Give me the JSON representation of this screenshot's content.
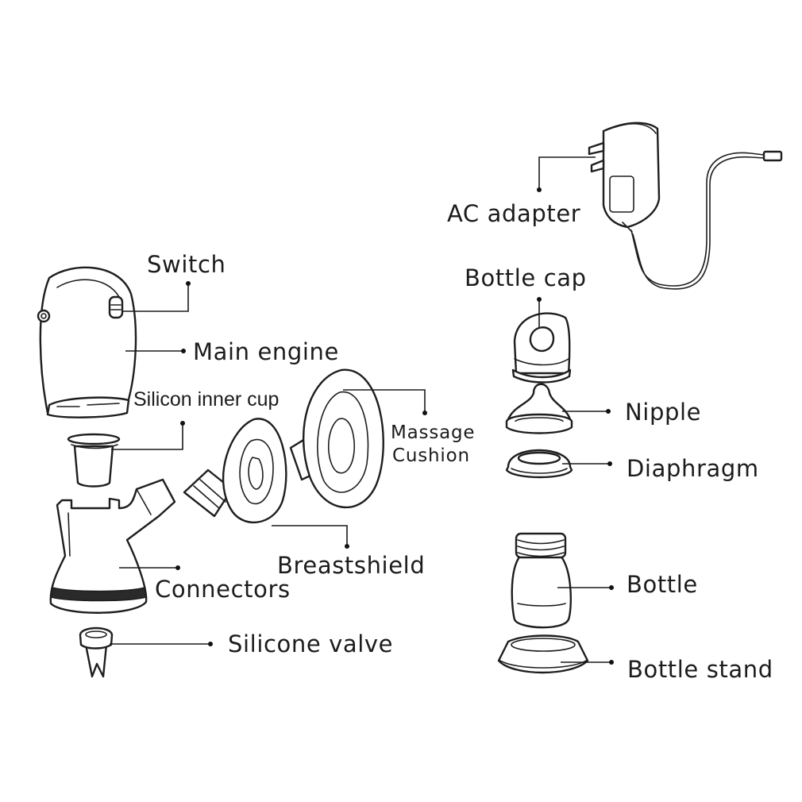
{
  "labels": {
    "ac_adapter": "AC adapter",
    "bottle_cap": "Bottle cap",
    "switch": "Switch",
    "main_engine": "Main engine",
    "silicon_inner_cup": "Silicon inner cup",
    "massage_cushion_line1": "Massage",
    "massage_cushion_line2": "Cushion",
    "nipple": "Nipple",
    "diaphragm": "Diaphragm",
    "breastshield": "Breastshield",
    "connectors": "Connectors",
    "bottle": "Bottle",
    "silicone_valve": "Silicone valve",
    "bottle_stand": "Bottle stand"
  },
  "colors": {
    "line": "#1e1e1e",
    "text": "#1c1c1c",
    "background": "#ffffff"
  }
}
